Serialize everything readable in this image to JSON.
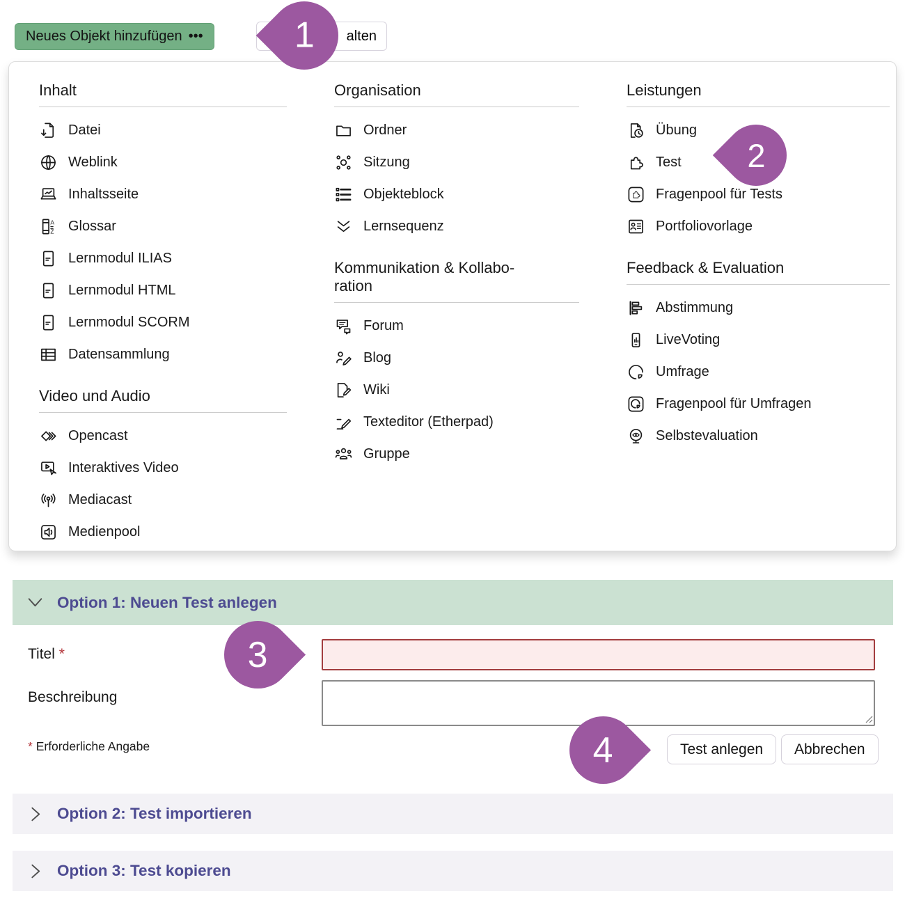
{
  "toolbar": {
    "add_object_label": "Neues Objekt hinzufügen",
    "add_object_dots": "•••",
    "partial_button_label": "alten"
  },
  "menu": {
    "columns": [
      {
        "sections": [
          {
            "title": "Inhalt",
            "items": [
              {
                "icon": "file-download-icon",
                "label": "Datei"
              },
              {
                "icon": "globe-icon",
                "label": "Weblink"
              },
              {
                "icon": "content-page-icon",
                "label": "Inhaltsseite"
              },
              {
                "icon": "glossary-icon",
                "label": "Glossar"
              },
              {
                "icon": "learning-module-icon",
                "label": "Lernmodul ILIAS"
              },
              {
                "icon": "learning-module-icon",
                "label": "Lernmodul HTML"
              },
              {
                "icon": "learning-module-icon",
                "label": "Lernmodul SCORM"
              },
              {
                "icon": "table-icon",
                "label": "Datensammlung"
              }
            ]
          },
          {
            "title": "Video und Audio",
            "items": [
              {
                "icon": "opencast-icon",
                "label": "Opencast"
              },
              {
                "icon": "interactive-video-icon",
                "label": "Interaktives Video"
              },
              {
                "icon": "broadcast-icon",
                "label": "Mediacast"
              },
              {
                "icon": "speaker-icon",
                "label": "Medienpool"
              }
            ]
          }
        ]
      },
      {
        "sections": [
          {
            "title": "Organisation",
            "items": [
              {
                "icon": "folder-icon",
                "label": "Ordner"
              },
              {
                "icon": "session-icon",
                "label": "Sitzung"
              },
              {
                "icon": "item-group-icon",
                "label": "Objekteblock"
              },
              {
                "icon": "sequence-icon",
                "label": "Lernsequenz"
              }
            ]
          },
          {
            "title": "Kommunikation & Kollabo­ration",
            "items": [
              {
                "icon": "forum-icon",
                "label": "Forum"
              },
              {
                "icon": "blog-icon",
                "label": "Blog"
              },
              {
                "icon": "wiki-icon",
                "label": "Wiki"
              },
              {
                "icon": "etherpad-icon",
                "label": "Texteditor (Etherpad)"
              },
              {
                "icon": "group-icon",
                "label": "Gruppe"
              }
            ]
          }
        ]
      },
      {
        "sections": [
          {
            "title": "Leistungen",
            "items": [
              {
                "icon": "exercise-icon",
                "label": "Übung"
              },
              {
                "icon": "puzzle-icon",
                "label": "Test"
              },
              {
                "icon": "question-pool-icon",
                "label": "Fragenpool für Tests"
              },
              {
                "icon": "portfolio-icon",
                "label": "Portfoliovorlage"
              }
            ]
          },
          {
            "title": "Feedback & Evaluation",
            "items": [
              {
                "icon": "poll-icon",
                "label": "Abstimmung"
              },
              {
                "icon": "livevoting-icon",
                "label": "LiveVoting"
              },
              {
                "icon": "survey-icon",
                "label": "Umfrage"
              },
              {
                "icon": "survey-pool-icon",
                "label": "Fragenpool für Umfragen"
              },
              {
                "icon": "self-evaluation-icon",
                "label": "Selbstevaluation"
              }
            ]
          }
        ]
      }
    ]
  },
  "markers": [
    {
      "number": "1",
      "direction": "left"
    },
    {
      "number": "2",
      "direction": "left"
    },
    {
      "number": "3",
      "direction": "right"
    },
    {
      "number": "4",
      "direction": "right"
    }
  ],
  "form": {
    "option1_title": "Option 1: Neuen Test anlegen",
    "title_label": "Titel",
    "required_mark": "*",
    "title_value": "",
    "description_label": "Beschreibung",
    "description_value": "",
    "required_note": "Erforderliche Angabe",
    "submit_label": "Test anlegen",
    "cancel_label": "Abbrechen",
    "option2_title": "Option 2: Test importieren",
    "option3_title": "Option 3: Test kopieren"
  },
  "colors": {
    "primary_button_green": "#74b085",
    "accordion_open_green": "#cbe1d2",
    "accordion_closed_gray": "#f3f2f6",
    "accordion_title_purple": "#4d4b91",
    "marker_purple": "#9c58a0",
    "error_border_red": "#a33d3f",
    "error_background_pink": "#fcecec",
    "required_red": "#b3353a"
  }
}
